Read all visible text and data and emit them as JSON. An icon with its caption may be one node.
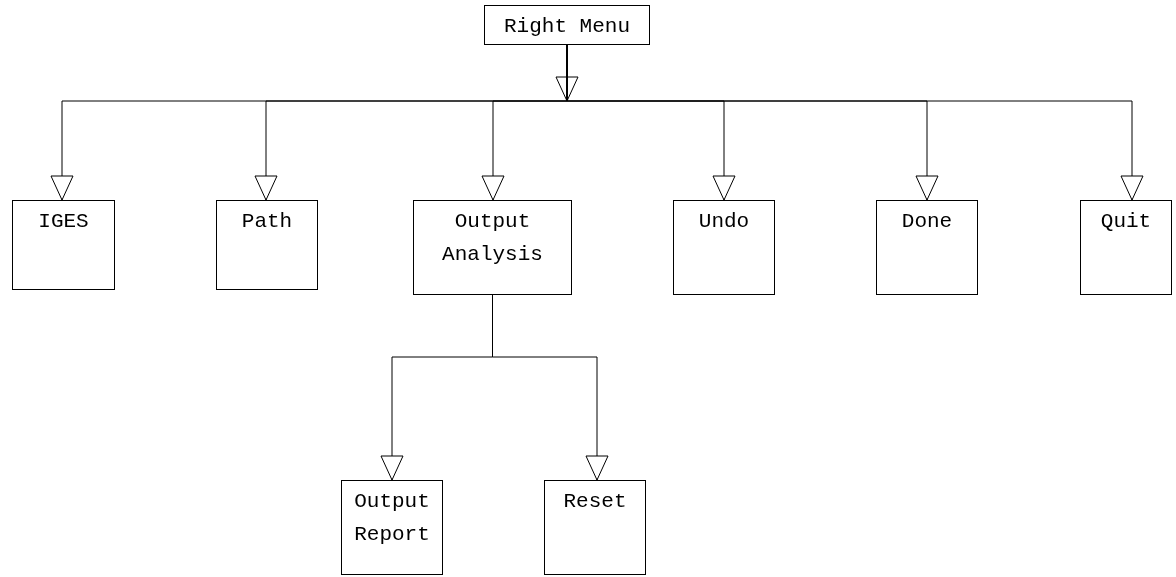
{
  "diagram": {
    "nodes": [
      {
        "text": [
          "Right Menu"
        ]
      },
      {
        "text": [
          "IGES"
        ]
      },
      {
        "text": [
          "Path"
        ]
      },
      {
        "text": [
          "Output Analysis"
        ]
      },
      {
        "text": [
          "Undo"
        ]
      },
      {
        "text": [
          "Done"
        ]
      },
      {
        "text": [
          "Quit"
        ]
      },
      {
        "text": [
          "Output Report"
        ]
      },
      {
        "text": [
          "Reset"
        ]
      }
    ],
    "edges": [
      {
        "from": 0,
        "to": 1,
        "arrow": "to"
      },
      {
        "from": 0,
        "to": 2,
        "arrow": "to"
      },
      {
        "from": 0,
        "to": 3,
        "arrow": "to"
      },
      {
        "from": 0,
        "to": 4,
        "arrow": "to"
      },
      {
        "from": 0,
        "to": 5,
        "arrow": "to"
      },
      {
        "from": 0,
        "to": 6,
        "arrow": "to"
      },
      {
        "from": 3,
        "to": 7,
        "arrow": "to"
      },
      {
        "from": 3,
        "to": 8,
        "arrow": "to"
      }
    ]
  }
}
